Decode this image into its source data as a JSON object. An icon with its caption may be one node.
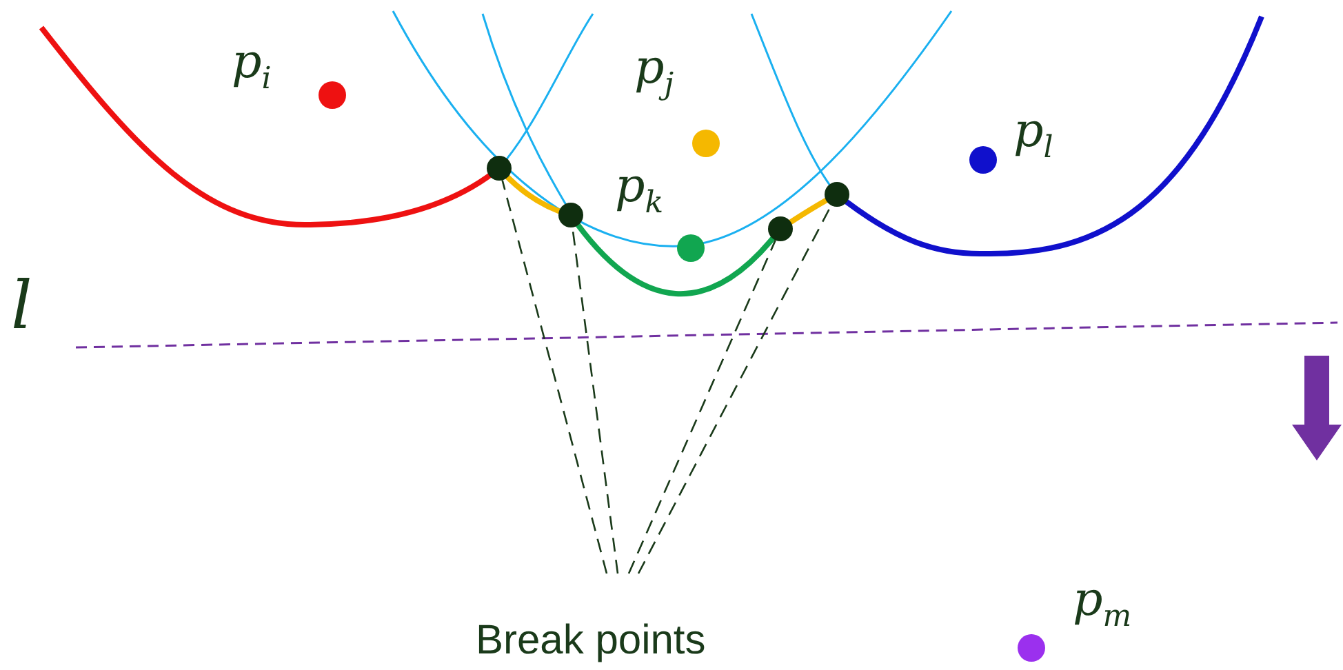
{
  "diagram": {
    "nodes": [
      {
        "text": [
          "Break points"
        ]
      },
      {
        "text": [],
        "shape": "circle"
      },
      {
        "text": [],
        "shape": "circle"
      },
      {
        "text": [],
        "shape": "circle"
      },
      {
        "text": [],
        "shape": "circle"
      }
    ],
    "edges": [
      {
        "from": 0,
        "to": 1,
        "arrow": "none",
        "style": "dashed"
      },
      {
        "from": 0,
        "to": 2,
        "arrow": "none",
        "style": "dashed"
      },
      {
        "from": 0,
        "to": 3,
        "arrow": "none",
        "style": "dashed"
      },
      {
        "from": 0,
        "to": 4,
        "arrow": "none",
        "style": "dashed"
      }
    ],
    "labels": [
      "p$_{i}$",
      "p$_{j}$",
      "p$_{l}$",
      "p$_{k}$",
      "l",
      "p$_{m}$"
    ]
  }
}
